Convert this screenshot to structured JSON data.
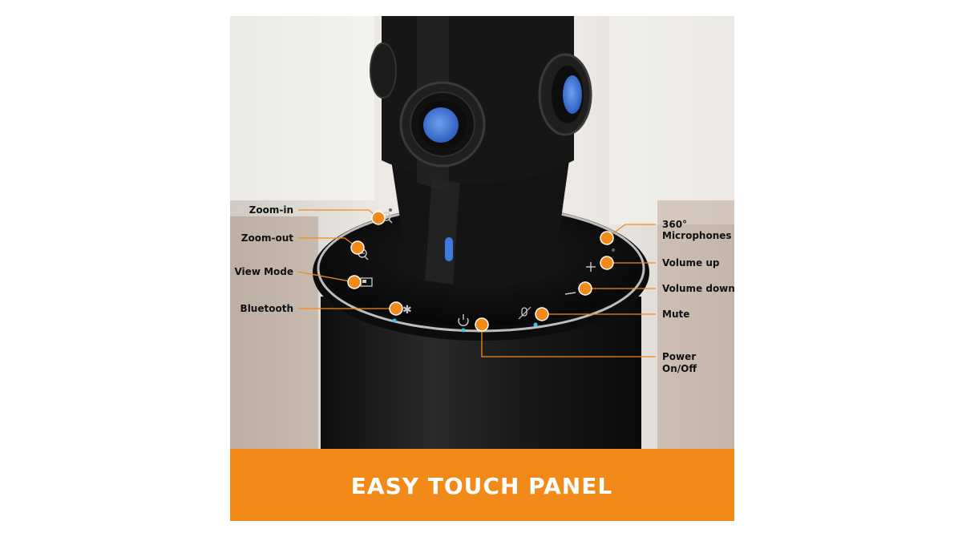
{
  "colors": {
    "accent": "#f28a1a",
    "banner": "#f28a1a",
    "device": "#151515",
    "lens_blue": "#3d7be0",
    "indicator_cyan": "#35c8ee"
  },
  "callouts": {
    "zoom_in": "Zoom-in",
    "zoom_out": "Zoom-out",
    "view_mode": "View Mode",
    "bluetooth": "Bluetooth",
    "microphones_line1": "360°",
    "microphones_line2": "Microphones",
    "volume_up": "Volume up",
    "volume_down": "Volume down",
    "mute": "Mute",
    "power_line1": "Power",
    "power_line2": "On/Off"
  },
  "icons": {
    "zoom_in": "zoom-in-icon",
    "zoom_out": "zoom-out-icon",
    "view_mode": "view-mode-icon",
    "bluetooth": "bluetooth-icon",
    "power": "power-icon",
    "mute": "mic-mute-icon",
    "volume_up": "plus-icon",
    "volume_down": "minus-icon"
  },
  "banner": {
    "title": "EASY TOUCH PANEL"
  }
}
